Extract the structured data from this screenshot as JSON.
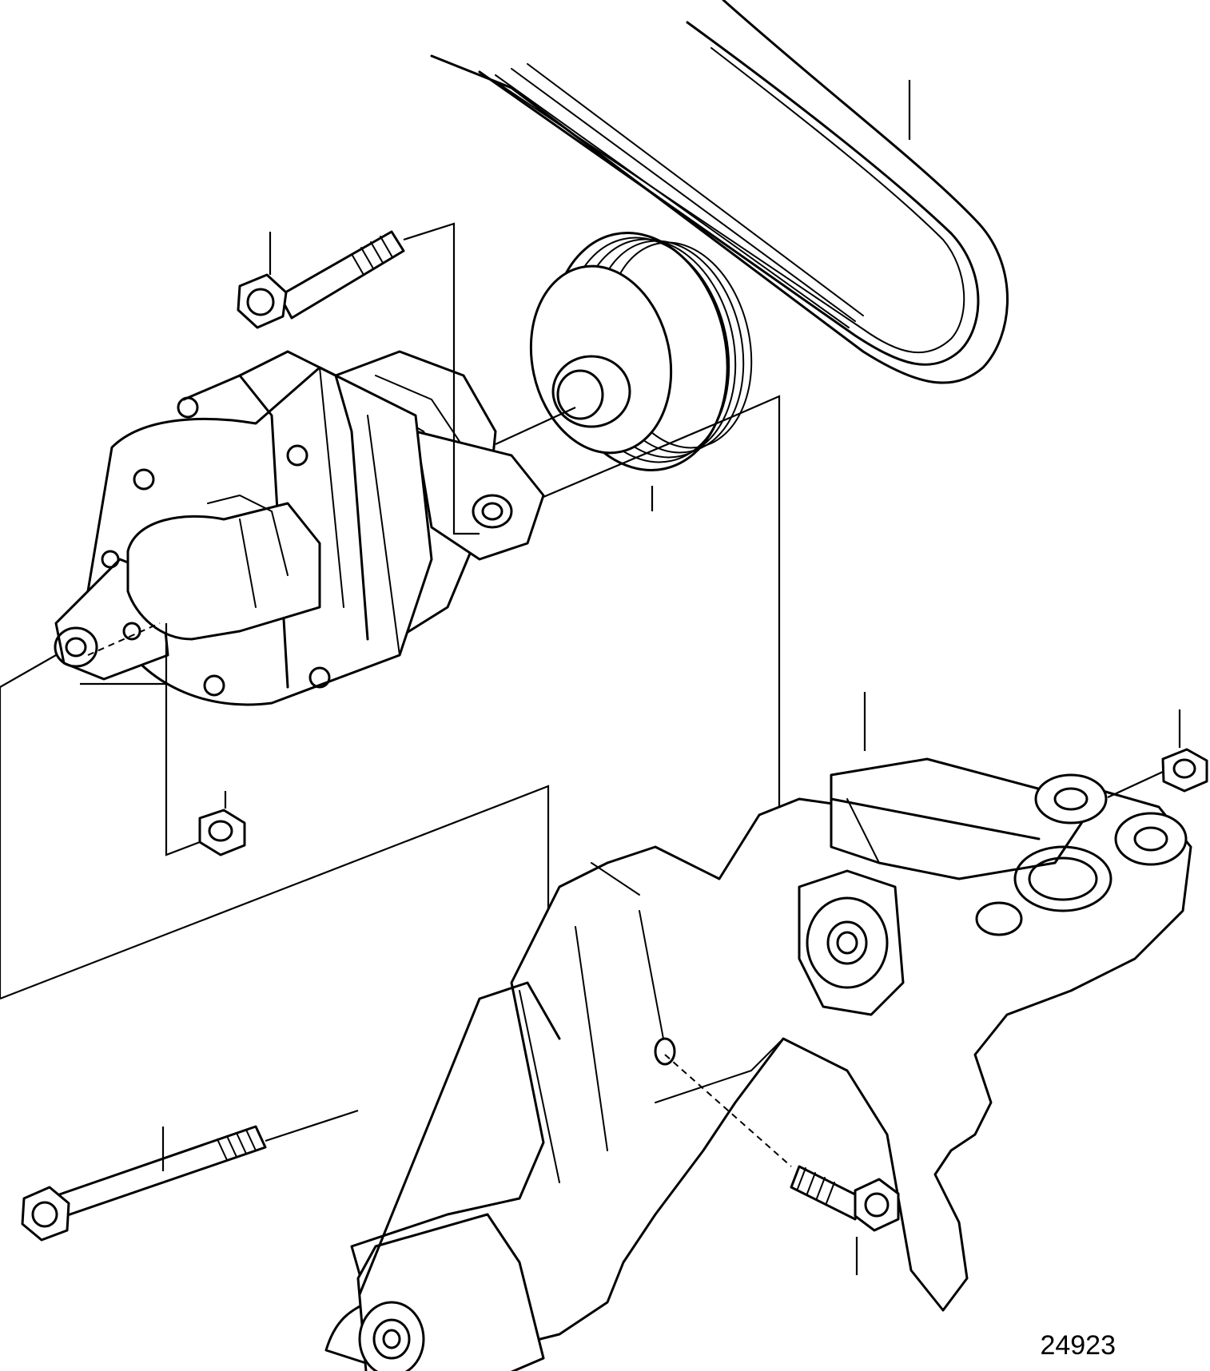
{
  "figure": {
    "number": "24923"
  },
  "parts": [
    {
      "name": "drive-belt",
      "icon": "belt-icon"
    },
    {
      "name": "belt-pulley",
      "icon": "pulley-icon"
    },
    {
      "name": "alternator",
      "icon": "alternator-icon"
    },
    {
      "name": "upper-bolt",
      "icon": "bolt-icon"
    },
    {
      "name": "lower-bolt",
      "icon": "bolt-icon"
    },
    {
      "name": "bracket-bolt",
      "icon": "bolt-icon"
    },
    {
      "name": "left-nut",
      "icon": "nut-icon"
    },
    {
      "name": "right-nut",
      "icon": "nut-icon"
    },
    {
      "name": "mounting-bracket",
      "icon": "bracket-icon"
    }
  ]
}
